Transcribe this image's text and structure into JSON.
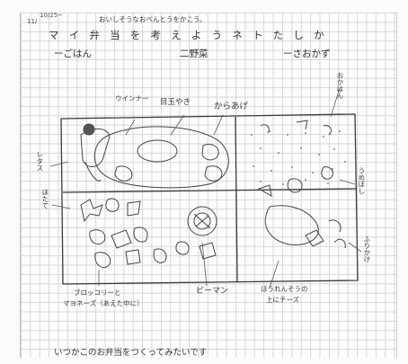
{
  "header": {
    "date_line1": "10/25~",
    "date_line2": "11/",
    "handwritten_note": "おいしそうなおべんとうをかこう。"
  },
  "title": "マイ弁当を考えようネトたしか",
  "categories": {
    "rice": "ーごはん",
    "vegetables": "二野菜",
    "okazu": "ーさおかず"
  },
  "labels": {
    "sausage_egg": "目玉やき",
    "sausage_note": "ウインナー",
    "karaage": "からあげ",
    "okahan": "おかはん",
    "lettuce_left": "レタス",
    "hotate_left": "ほたて",
    "right_side": "うめぼし",
    "right_bottom": "ふりかけ",
    "broccoli": "ブロッコリーと",
    "broccoli2": "マヨネーズ（あえた中に）",
    "pepper": "ピーマン",
    "spinach": "ほうれんそうの",
    "spinach2": "上にチーズ"
  },
  "footer": "いつかこのお弁当をつくってみたいです"
}
